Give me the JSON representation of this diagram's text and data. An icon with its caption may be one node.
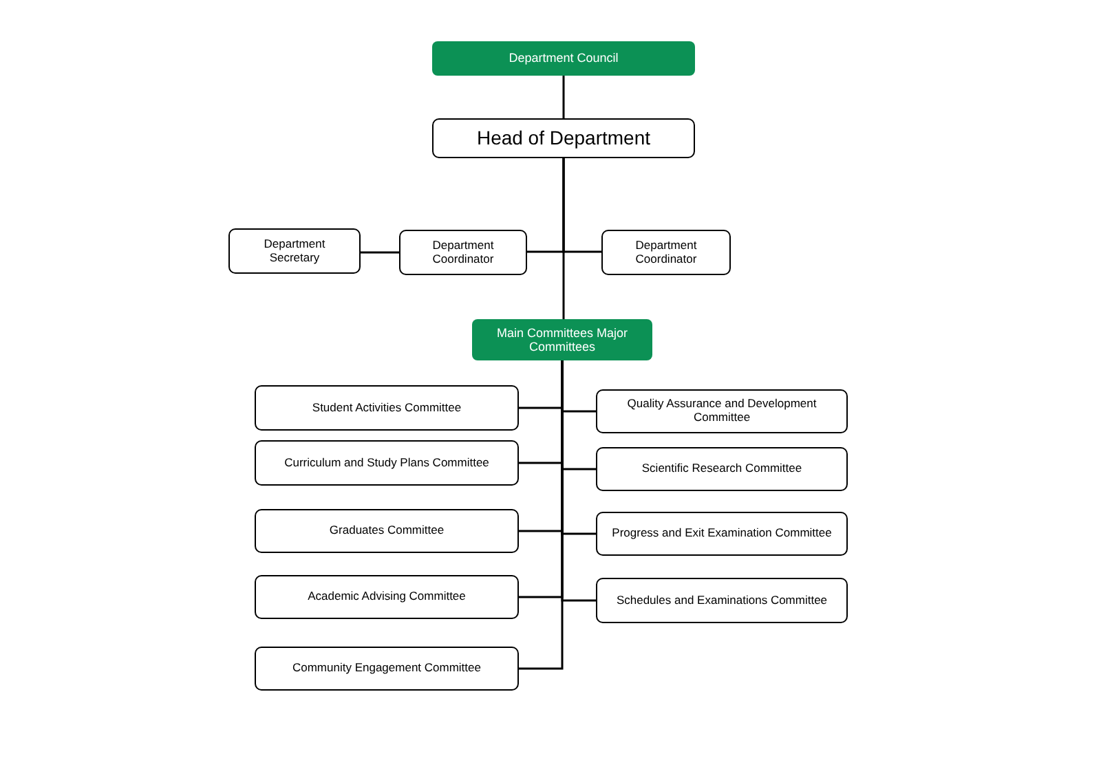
{
  "diagram": {
    "nodes": [
      {
        "text": [
          "Department Council"
        ]
      },
      {
        "text": [
          "Head of Department"
        ]
      },
      {
        "text": [
          "Department Secretary"
        ]
      },
      {
        "text": [
          "Department Coordinator"
        ]
      },
      {
        "text": [
          "Department Coordinator"
        ]
      },
      {
        "text": [
          "Main Committees Major Committees"
        ]
      },
      {
        "text": [
          "Student Activities Committee"
        ]
      },
      {
        "text": [
          "Quality Assurance and Development Committee"
        ]
      },
      {
        "text": [
          "Curriculum and Study Plans Committee"
        ]
      },
      {
        "text": [
          "Scientific Research Committee"
        ]
      },
      {
        "text": [
          "Graduates Committee"
        ]
      },
      {
        "text": [
          "Progress and Exit Examination Committee"
        ]
      },
      {
        "text": [
          "Academic Advising Committee"
        ]
      },
      {
        "text": [
          "Schedules and Examinations Committee"
        ]
      },
      {
        "text": [
          "Community Engagement Committee"
        ]
      }
    ],
    "edges": [
      {
        "from": 0,
        "to": 1,
        "arrow": "none"
      },
      {
        "from": 1,
        "to": 3,
        "arrow": "none"
      },
      {
        "from": 1,
        "to": 4,
        "arrow": "none"
      },
      {
        "from": 1,
        "to": 5,
        "arrow": "none"
      },
      {
        "from": 3,
        "to": 2,
        "arrow": "none"
      },
      {
        "from": 5,
        "to": 6,
        "arrow": "none"
      },
      {
        "from": 5,
        "to": 7,
        "arrow": "none"
      },
      {
        "from": 5,
        "to": 8,
        "arrow": "none"
      },
      {
        "from": 5,
        "to": 9,
        "arrow": "none"
      },
      {
        "from": 5,
        "to": 10,
        "arrow": "none"
      },
      {
        "from": 5,
        "to": 11,
        "arrow": "none"
      },
      {
        "from": 5,
        "to": 12,
        "arrow": "none"
      },
      {
        "from": 5,
        "to": 13,
        "arrow": "none"
      },
      {
        "from": 5,
        "to": 14,
        "arrow": "none"
      }
    ]
  }
}
